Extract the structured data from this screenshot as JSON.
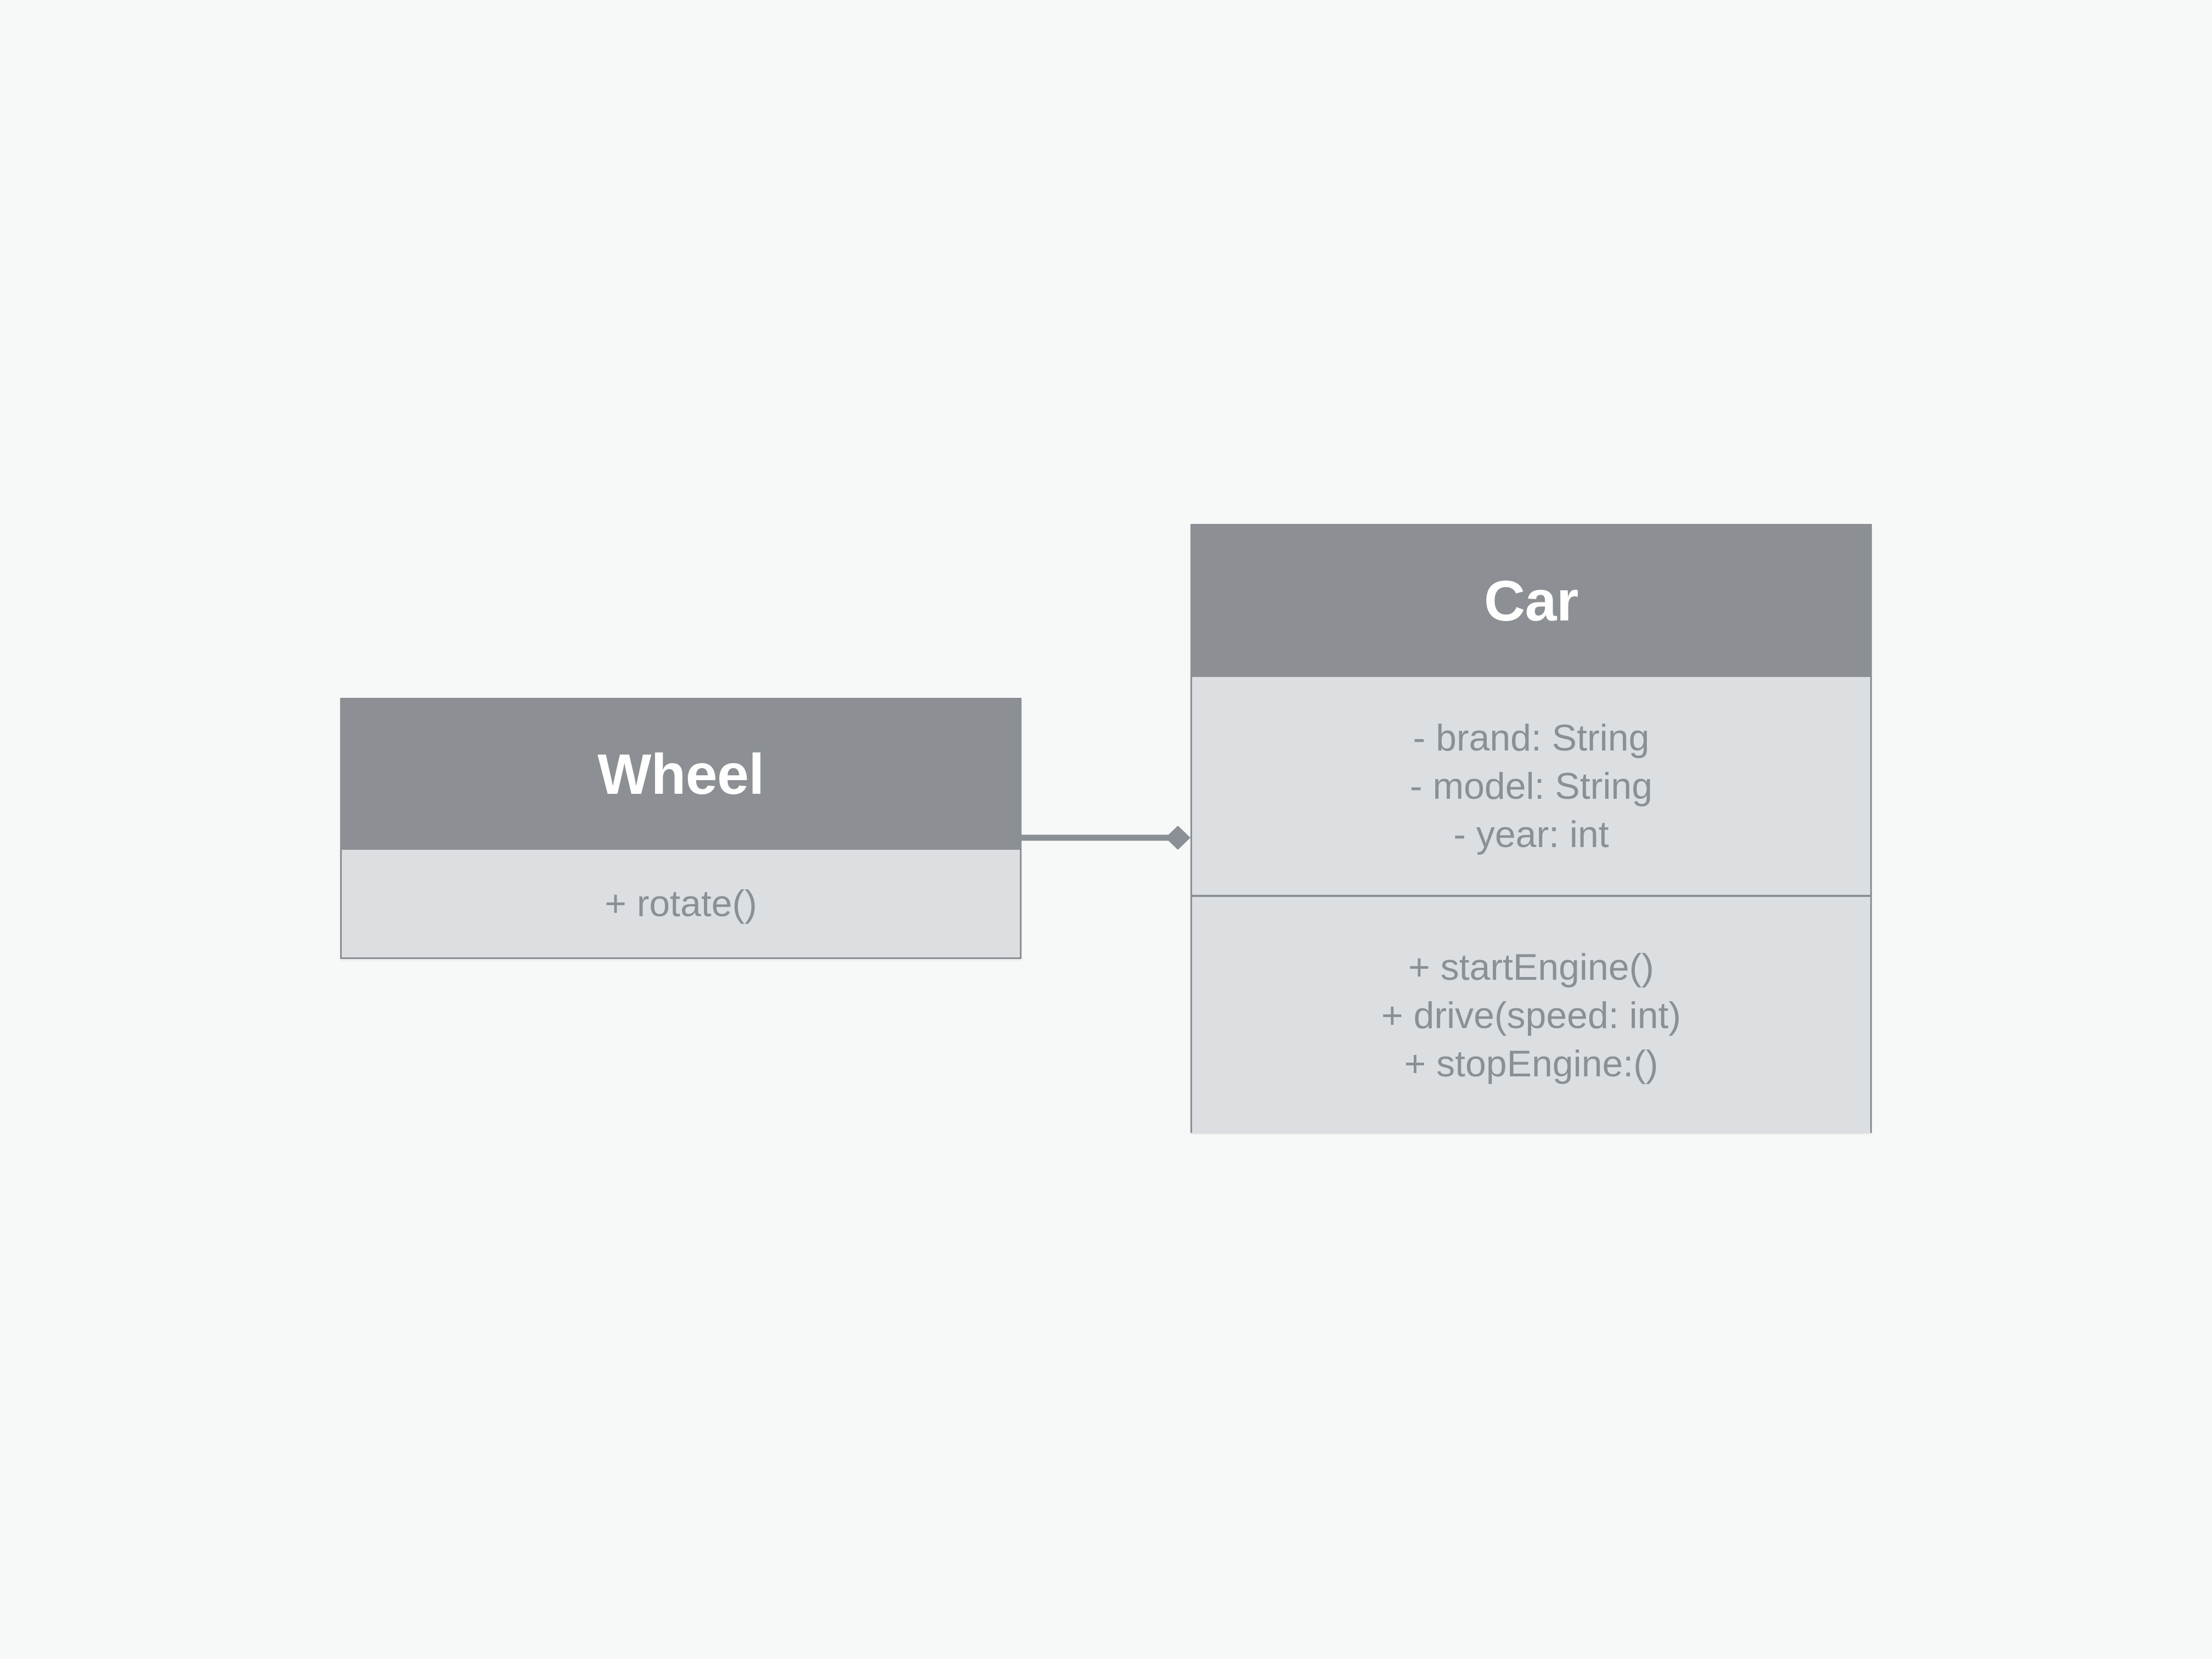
{
  "diagram": {
    "type": "uml-class-diagram",
    "background_color": "#f7f8f8",
    "header_color": "#8c9094",
    "body_color": "#dcdfe2",
    "border_color": "#8a9095",
    "title_text_color": "#ffffff",
    "body_text_color": "#8a9095"
  },
  "classes": {
    "wheel": {
      "name": "Wheel",
      "attributes": [],
      "methods": [
        "+ rotate()"
      ]
    },
    "car": {
      "name": "Car",
      "attributes": [
        "- brand: String",
        "- model: String",
        "- year: int"
      ],
      "methods": [
        "+ startEngine()",
        "+ drive(speed: int)",
        "+ stopEngine:()"
      ]
    }
  },
  "relationships": [
    {
      "kind": "composition",
      "icon": "filled-diamond-icon",
      "source": "Wheel",
      "target": "Car",
      "label": "",
      "source_multiplicity": "",
      "target_multiplicity": ""
    }
  ]
}
